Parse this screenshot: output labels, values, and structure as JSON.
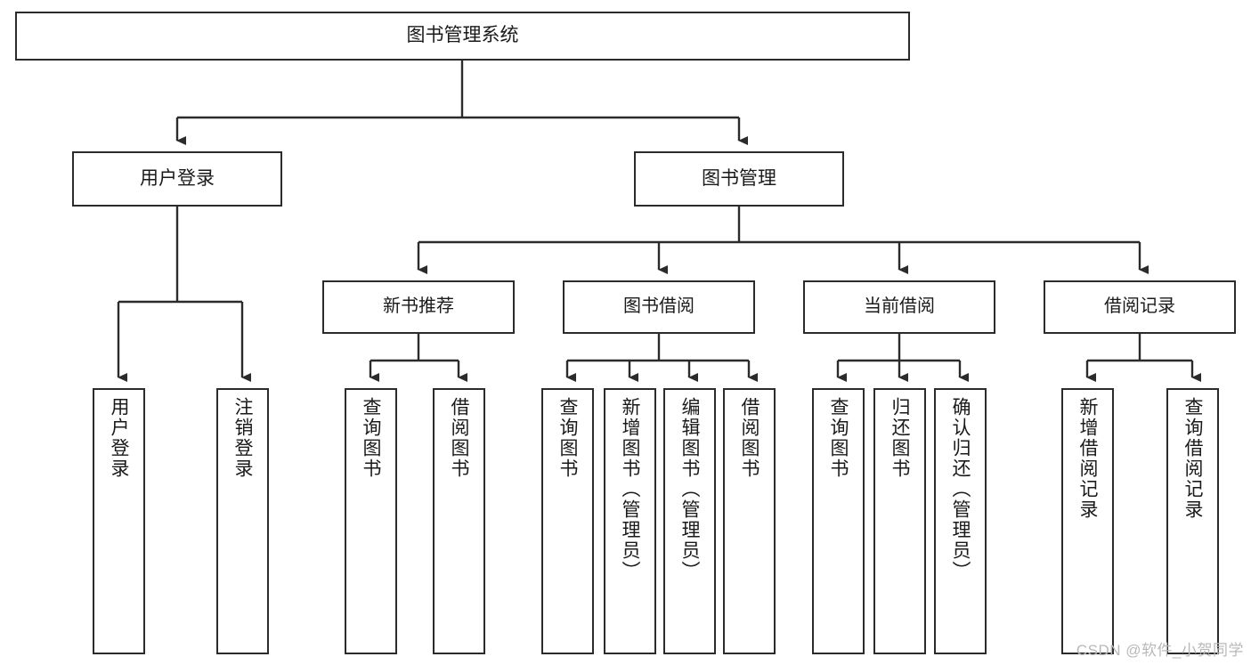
{
  "diagram": {
    "title": "图书管理系统",
    "root": {
      "label": "图书管理系统"
    },
    "level2": [
      {
        "label": "用户登录"
      },
      {
        "label": "图书管理"
      }
    ],
    "level3": [
      {
        "label": "新书推荐"
      },
      {
        "label": "图书借阅"
      },
      {
        "label": "当前借阅"
      },
      {
        "label": "借阅记录"
      }
    ],
    "leaves": {
      "user_login": [
        {
          "label": "用户登录"
        },
        {
          "label": "注销登录"
        }
      ],
      "new_book_recommend": [
        {
          "label": "查询图书"
        },
        {
          "label": "借阅图书"
        }
      ],
      "book_borrow": [
        {
          "label": "查询图书"
        },
        {
          "label": "新增图书（管理员）"
        },
        {
          "label": "编辑图书（管理员）"
        },
        {
          "label": "借阅图书"
        }
      ],
      "current_borrow": [
        {
          "label": "查询图书"
        },
        {
          "label": "归还图书"
        },
        {
          "label": "确认归还（管理员）"
        }
      ],
      "borrow_record": [
        {
          "label": "新增借阅记录"
        },
        {
          "label": "查询借阅记录"
        }
      ]
    },
    "watermark": "CSDN @软件_小贺同学",
    "colors": {
      "border": "#2b2b2b",
      "background": "#ffffff",
      "text": "#1a1a1a",
      "watermark": "#b9b9b9"
    }
  }
}
